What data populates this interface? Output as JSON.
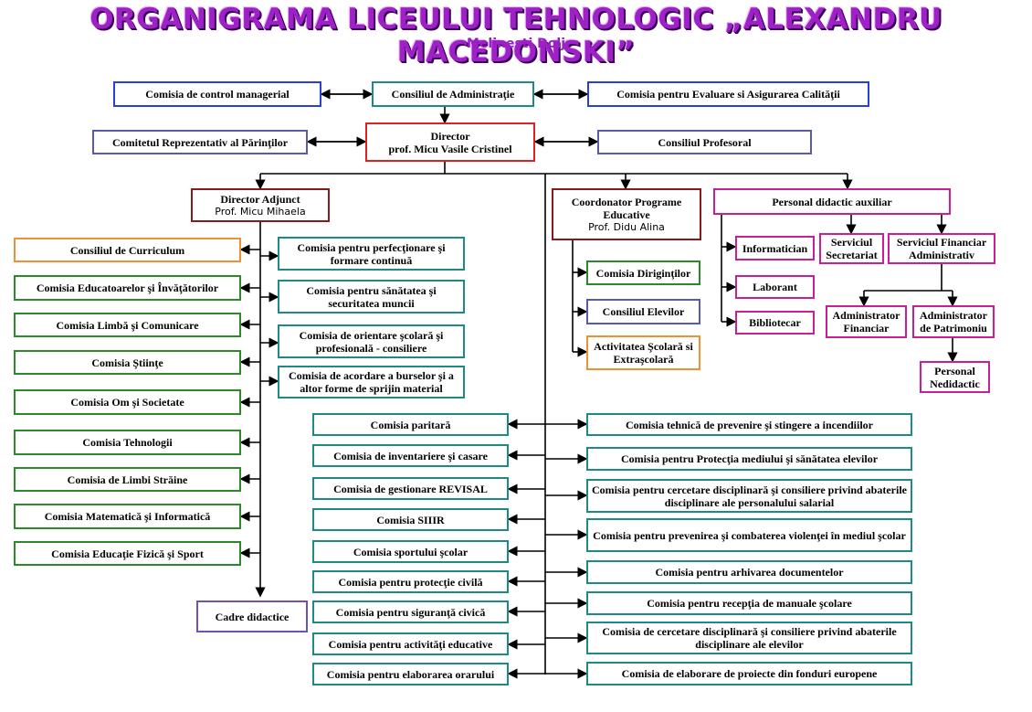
{
  "header": {
    "title": "ORGANIGRAMA LICEULUI TEHNOLOGIC „ALEXANDRU MACEDONSKI”",
    "subtitle": "Melineşti Dolj"
  },
  "top": {
    "control": "Comisia de control managerial",
    "ca": "Consiliul de Administraţie",
    "ceac": "Comisia pentru Evaluare si Asigurarea Calităţii",
    "parents": "Comitetul Reprezentativ al Părinţilor",
    "director_title": "Director",
    "director_name": "prof. Micu Vasile Cristinel",
    "profesoral": "Consiliul Profesoral"
  },
  "adjunct": {
    "title": "Director Adjunct",
    "name": "Prof. Micu Mihaela"
  },
  "left_commissions": [
    "Consiliul de Curriculum",
    "Comisia Educatoarelor şi Învăţătorilor",
    "Comisia Limbă şi Comunicare",
    "Comisia Ştiinţe",
    "Comisia Om şi Societate",
    "Comisia Tehnologii",
    "Comisia de Limbi Străine",
    "Comisia Matematică şi Informatică",
    "Comisia Educaţie Fizică şi Sport"
  ],
  "mid_commissions": [
    "Comisia pentru perfecţionare şi formare continuă",
    "Comisia pentru sănătatea şi securitatea muncii",
    "Comisia de orientare şcolară şi profesională - consiliere",
    "Comisia de acordare a burselor şi a altor forme de sprijin material"
  ],
  "cadre": "Cadre didactice",
  "coordonator": {
    "title": "Coordonator Programe Educative",
    "name": "Prof. Didu Alina"
  },
  "coord_items": [
    "Comisia Diriginţilor",
    "Consiliul Elevilor",
    "Activitatea Şcolară si Extraşcolară"
  ],
  "auxiliar": "Personal didactic auxiliar",
  "aux_items": [
    "Informatician",
    "Laborant",
    "Bibliotecar"
  ],
  "secretariat": "Serviciul Secretariat",
  "financiar": "Serviciul Financiar Administrativ",
  "admin_fin": "Administrator Financiar",
  "admin_patr": "Administrator de Patrimoniu",
  "nedidactic": "Personal Nedidactic",
  "center_left": [
    "Comisia paritară",
    "Comisia de inventariere şi casare",
    "Comisia de gestionare REVISAL",
    "Comisia SIIIR",
    "Comisia sportului şcolar",
    "Comisia pentru  protecţie civilă",
    "Comisia pentru siguranţă civică",
    "Comisia pentru activităţi educative",
    "Comisia pentru elaborarea orarului"
  ],
  "center_right": [
    "Comisia tehnică de prevenire şi stingere a incendiilor",
    "Comisia pentru Protecţia mediului şi sănătatea elevilor",
    "Comisia pentru cercetare disciplinară şi consiliere privind abaterile disciplinare ale personalului salarial",
    "Comisia pentru prevenirea şi combaterea violenţei în mediul şcolar",
    "Comisia pentru arhivarea documentelor",
    "Comisia pentru recepţia de manuale şcolare",
    "Comisia de cercetare disciplinară şi consiliere privind abaterile disciplinare ale elevilor",
    "Comisia de elaborare de proiecte din fonduri europene"
  ]
}
